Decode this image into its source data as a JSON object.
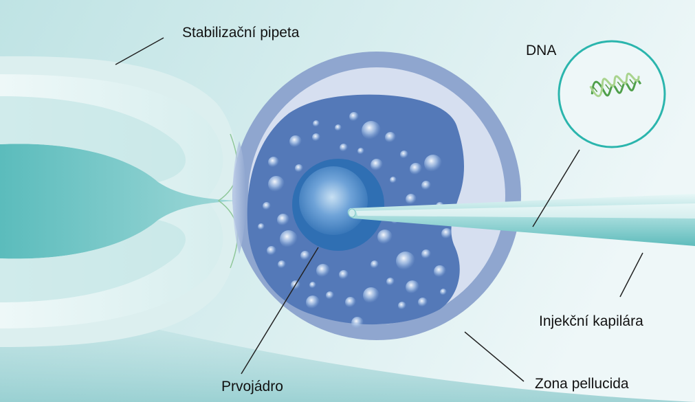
{
  "labels": {
    "stabilization_pipette": "Stabilizační pipeta",
    "dna": "DNA",
    "injection_capillary": "Injekční kapilára",
    "zona_pellucida": "Zona pellucida",
    "pronucleus": "Prvojádro"
  },
  "colors": {
    "background_light": "#e6f4f5",
    "background_teal": "#a9d9da",
    "pipette": "#6cc4c4",
    "zona": "#8fa6cf",
    "perivitelline": "#d6dff0",
    "cytoplasm": "#5479b8",
    "pronucleus": "#2f6fb3",
    "dna_circle": "#2bb5ad",
    "dna_helix": "#7cb96a"
  }
}
